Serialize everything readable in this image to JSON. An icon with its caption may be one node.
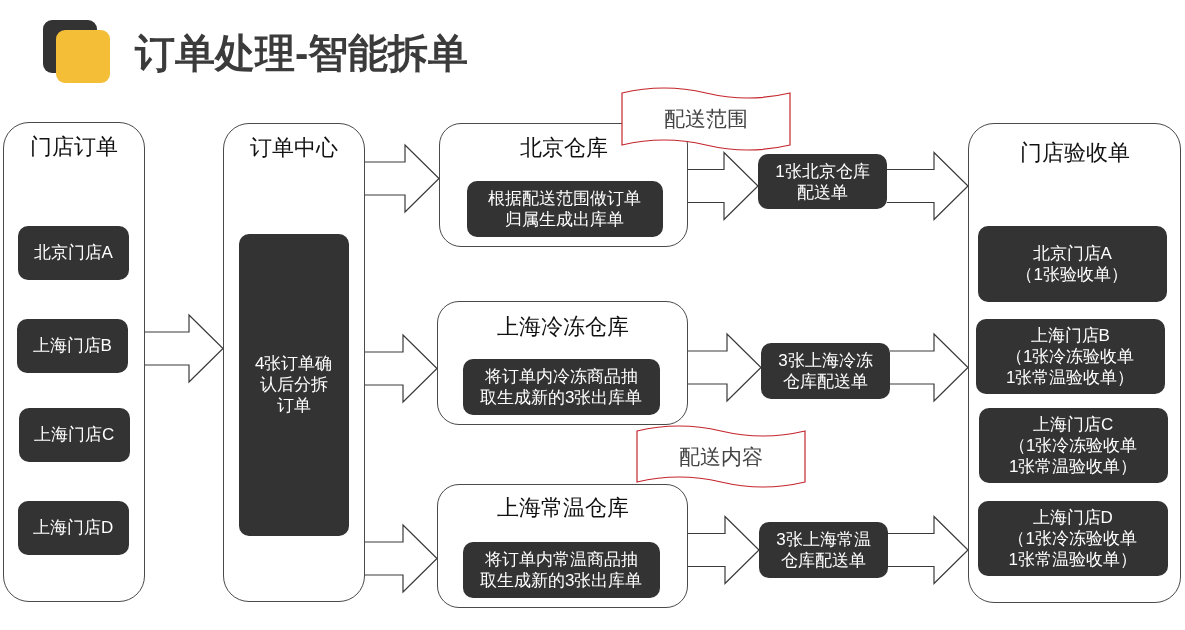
{
  "diagram": {
    "title": "订单处理-智能拆单",
    "nodes": [
      {
        "text": [
          "门店订单"
        ]
      },
      {
        "text": [
          "北京门店A"
        ],
        "in": 0
      },
      {
        "text": [
          "上海门店B"
        ],
        "in": 0
      },
      {
        "text": [
          "上海门店C"
        ],
        "in": 0
      },
      {
        "text": [
          "上海门店D"
        ],
        "in": 0
      },
      {
        "text": [
          "订单中心"
        ]
      },
      {
        "text": [
          "4张订单确认后分拆订单"
        ],
        "in": 5
      },
      {
        "text": [
          "北京仓库"
        ]
      },
      {
        "text": [
          "根据配送范围做订单归属生成出库单"
        ],
        "in": 7
      },
      {
        "text": [
          "上海冷冻仓库"
        ]
      },
      {
        "text": [
          "将订单内冷冻商品抽取生成新的3张出库单"
        ],
        "in": 9
      },
      {
        "text": [
          "上海常温仓库"
        ]
      },
      {
        "text": [
          "将订单内常温商品抽取生成新的3张出库单"
        ],
        "in": 11
      },
      {
        "text": [
          "1张北京仓库配送单"
        ]
      },
      {
        "text": [
          "3张上海冷冻仓库配送单"
        ]
      },
      {
        "text": [
          "3张上海常温仓库配送单"
        ]
      },
      {
        "text": [
          "门店验收单"
        ]
      },
      {
        "text": [
          "北京门店A",
          "（1张验收单）"
        ],
        "in": 16
      },
      {
        "text": [
          "上海门店B",
          "（1张冷冻验收单1张常温验收单）"
        ],
        "in": 16
      },
      {
        "text": [
          "上海门店C",
          "（1张冷冻验收单1张常温验收单）"
        ],
        "in": 16
      },
      {
        "text": [
          "上海门店D",
          "（1张冷冻验收单1张常温验收单）"
        ],
        "in": 16
      },
      {
        "text": [
          "配送范围"
        ]
      },
      {
        "text": [
          "配送内容"
        ]
      }
    ],
    "edges": [
      {
        "from": 0,
        "to": 5,
        "arrow": "to"
      },
      {
        "from": 5,
        "to": 7,
        "arrow": "to"
      },
      {
        "from": 5,
        "to": 9,
        "arrow": "to"
      },
      {
        "from": 5,
        "to": 11,
        "arrow": "to"
      },
      {
        "from": 7,
        "to": 13,
        "arrow": "to"
      },
      {
        "from": 9,
        "to": 14,
        "arrow": "to"
      },
      {
        "from": 11,
        "to": 15,
        "arrow": "to"
      },
      {
        "from": 13,
        "to": 16,
        "arrow": "to"
      },
      {
        "from": 14,
        "to": 16,
        "arrow": "to"
      },
      {
        "from": 15,
        "to": 16,
        "arrow": "to"
      }
    ]
  }
}
